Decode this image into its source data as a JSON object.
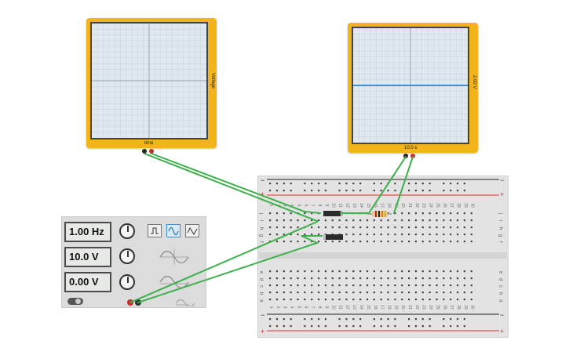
{
  "scope_left": {
    "x_label": "time",
    "y_label": "Voltage"
  },
  "scope_right": {
    "x_label": "10.0 s",
    "y_label": "2.00 V",
    "trace_color": "#3a8fd6"
  },
  "function_generator": {
    "frequency": "1.00 Hz",
    "amplitude": "10.0 V",
    "dc_offset": "0.00 V",
    "waveforms": [
      "square-wave-icon",
      "sine-wave-icon",
      "triangle-wave-icon"
    ],
    "selected_waveform": "sine-wave-icon"
  },
  "breadboard": {
    "row_letters_top": [
      "j",
      "i",
      "h",
      "g",
      "f"
    ],
    "row_letters_bottom": [
      "e",
      "d",
      "c",
      "b",
      "a"
    ],
    "columns": [
      1,
      2,
      3,
      4,
      5,
      6,
      7,
      8,
      9,
      10,
      11,
      12,
      13,
      14,
      15,
      16,
      17,
      18,
      19,
      20,
      21,
      22,
      23,
      24,
      25,
      26,
      27,
      28,
      29,
      30
    ],
    "rail_minus": "−",
    "rail_plus": "+"
  },
  "colors": {
    "scope_frame": "#f2b31b",
    "wire": "#3db04b",
    "rail_red": "#d9302c",
    "rail_black": "#222222"
  }
}
